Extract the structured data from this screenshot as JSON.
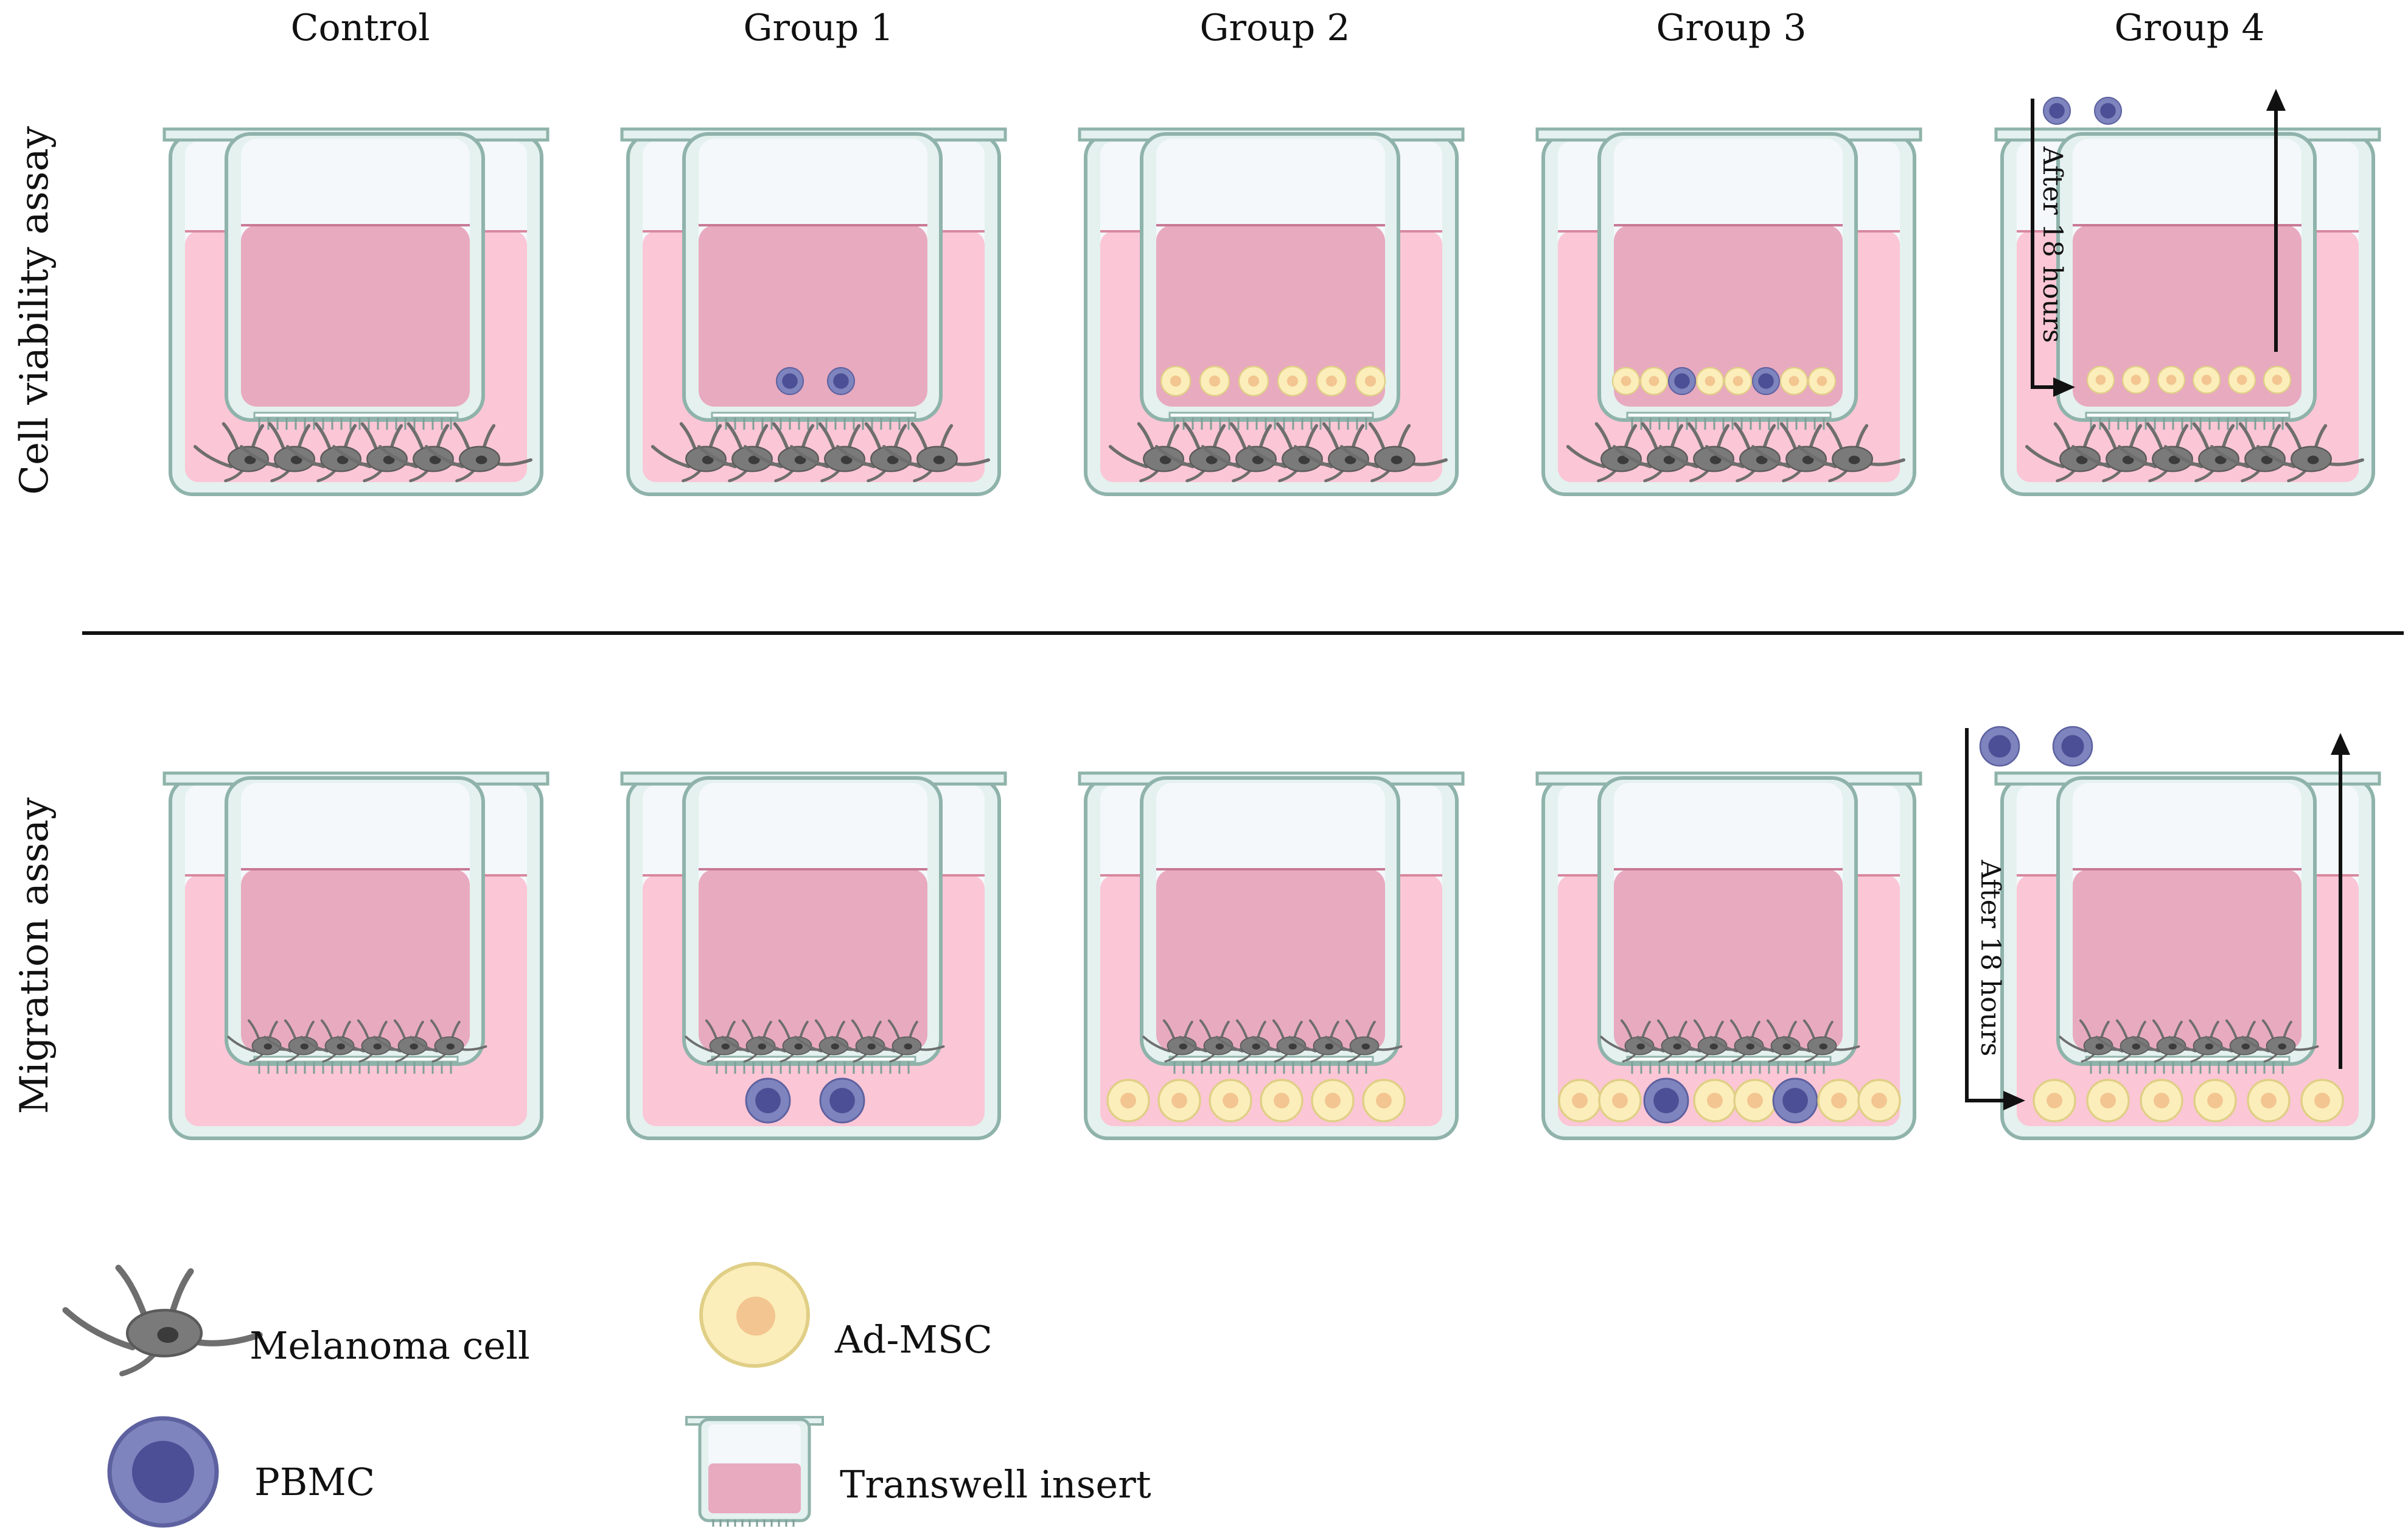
{
  "columns": [
    "Control",
    "Group 1",
    "Group 2",
    "Group 3",
    "Group 4"
  ],
  "rows": [
    "Cell viability assay",
    "Migration assay"
  ],
  "annotations": {
    "group4_top": "After 18 hours",
    "group4_bottom": "After 18 hours"
  },
  "legend": {
    "melanoma": "Melanoma cell",
    "pbmc": "PBMC",
    "admsc": "Ad-MSC",
    "transwell": "Transwell insert"
  },
  "colors": {
    "well_fill": "#e4f1ee",
    "well_stroke": "#8fb3aa",
    "medium_outer": "#fbc6d6",
    "medium_inner": "#e8aabf",
    "air": "#f4f8fb",
    "melanoma": "#6e6e6e",
    "melanoma_nucleus": "#3b3b3b",
    "pbmc_outer": "#7e84be",
    "pbmc_inner": "#4c4f95",
    "admsc_outer": "#fbeebb",
    "admsc_stroke": "#e0cf86",
    "admsc_inner": "#f3c590",
    "arrow": "#111111",
    "divider": "#111111"
  },
  "icons": [
    "melanoma-cell-icon",
    "pbmc-icon",
    "ad-msc-icon",
    "transwell-insert-icon"
  ]
}
